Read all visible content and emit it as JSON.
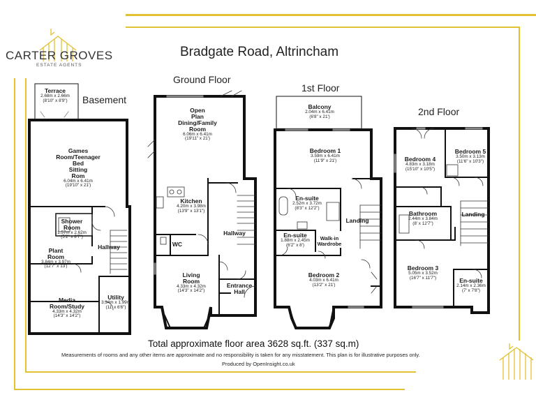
{
  "brand": {
    "name": "CARTER GROVES",
    "subtitle": "ESTATE AGENTS",
    "accent_color": "#e2c233",
    "logo_icon": "house-outline-icon"
  },
  "title": "Bradgate Road, Altrincham",
  "floors": {
    "basement": "Basement",
    "ground": "Ground Floor",
    "first": "1st Floor",
    "second": "2nd Floor"
  },
  "rooms": {
    "terrace": {
      "name": "Terrace",
      "metric": "2.68m x 2.66m",
      "imperial": "(8'10\" x 8'9\")"
    },
    "games": {
      "name1": "Games",
      "name2": "Room/Teenager",
      "name3": "Bed",
      "name4": "Sitting",
      "name5": "Rom",
      "metric": "6.04m x 6.41m",
      "imperial": "(19'10\" x 21')"
    },
    "shower": {
      "name1": "Shower",
      "name2": "Room",
      "metric": "1.57m x 2.62m",
      "imperial": "(5'2\" x 8'7\")"
    },
    "basement_hallway": {
      "name": "Hallway"
    },
    "plant": {
      "name1": "Plant",
      "name2": "Room",
      "metric": "3.84m x 3.97m",
      "imperial": "(12'7\" x 13')"
    },
    "media": {
      "name1": "Media",
      "name2": "Room/Study",
      "metric": "4.33m x 4.32m",
      "imperial": "(14'3\" x 14'2\")"
    },
    "utility": {
      "name": "Utility",
      "metric": "3.34m x 1.99m",
      "imperial": "(11' x 6'6\")"
    },
    "open_plan": {
      "name1": "Open",
      "name2": "Plan",
      "name3": "Dining/Family",
      "name4": "Room",
      "metric": "6.06m x 6.41m",
      "imperial": "(19'11\" x 21')"
    },
    "kitchen": {
      "name": "Kitchen",
      "metric": "4.20m x 3.98m",
      "imperial": "(13'9\" x 13'1\")"
    },
    "wc": {
      "name": "WC"
    },
    "ground_hallway": {
      "name": "Hallway"
    },
    "living": {
      "name1": "Living",
      "name2": "Room",
      "metric": "4.33m x 4.32m",
      "imperial": "(14'3\" x 14'2\")"
    },
    "entrance": {
      "name1": "Entrance",
      "name2": "Hall"
    },
    "balcony": {
      "name": "Balcony",
      "metric": "2.04m x 6.41m",
      "imperial": "(6'8\" x 21')"
    },
    "bedroom1": {
      "name": "Bedroom 1",
      "metric": "3.59m x 6.41m",
      "imperial": "(11'9\" x 21')"
    },
    "ensuite1": {
      "name": "En-suite",
      "metric": "2.52m x 3.72m",
      "imperial": "(8'3\" x 12'2\")"
    },
    "landing1": {
      "name": "Landing"
    },
    "ensuite2": {
      "name": "En-suite",
      "metric": "1.88m x 2.45m",
      "imperial": "(6'2\" x 8')"
    },
    "walkin": {
      "name1": "Walk-in",
      "name2": "Wardrobe"
    },
    "bedroom2": {
      "name": "Bedroom 2",
      "metric": "4.03m x 6.41m",
      "imperial": "(13'2\" x 21')"
    },
    "bedroom4": {
      "name": "Bedroom 4",
      "metric": "4.83m x 3.18m",
      "imperial": "(15'10\" x 10'5\")"
    },
    "bedroom5": {
      "name": "Bedroom 5",
      "metric": "3.50m x 3.13m",
      "imperial": "(11'6\" x 10'3\")"
    },
    "bathroom": {
      "name": "Bathroom",
      "metric": "2.44m x 3.84m",
      "imperial": "(8' x 12'7\")"
    },
    "landing2": {
      "name": "Landing"
    },
    "bedroom3": {
      "name": "Bedroom 3",
      "metric": "5.05m x 3.52m",
      "imperial": "(16'7\" x 11'7\")"
    },
    "ensuite3": {
      "name": "En-suite",
      "metric": "2.14m x 2.36m",
      "imperial": "(7' x 7'8\")"
    }
  },
  "footer": {
    "total": "Total approximate floor area 3628 sq.ft. (337 sq.m)",
    "disclaimer": "Measurements of rooms and any other items are approximate and no responsibility is taken for any misstatement. This plan is for illustrative purposes only.",
    "produced": "Produced by OpenInsight.co.uk"
  }
}
